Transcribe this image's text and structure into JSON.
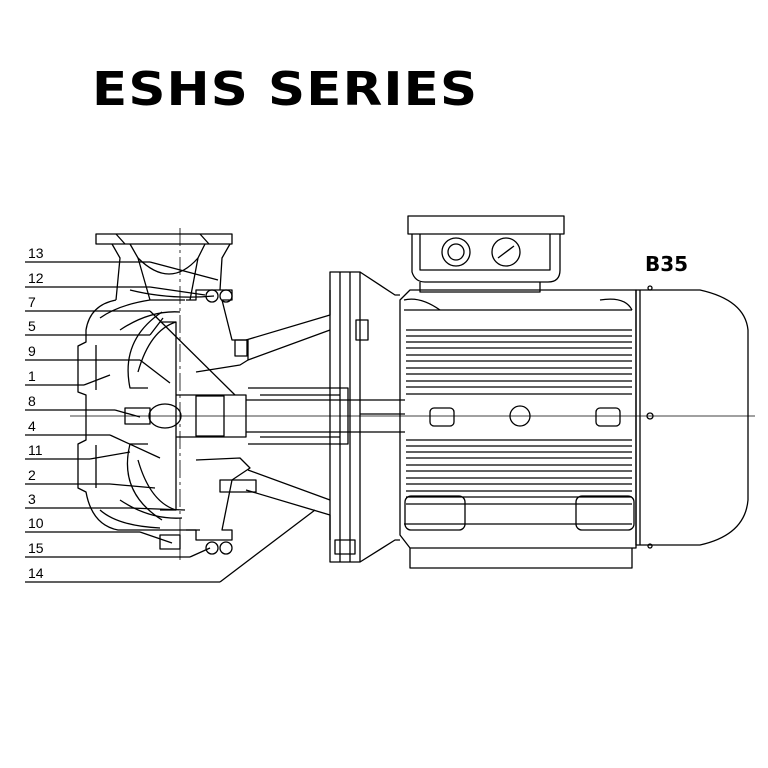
{
  "title": "ESHS SERIES",
  "model_label": "B35",
  "callouts": [
    "13",
    "12",
    "7",
    "5",
    "9",
    "1",
    "8",
    "4",
    "11",
    "2",
    "3",
    "10",
    "15",
    "14"
  ]
}
